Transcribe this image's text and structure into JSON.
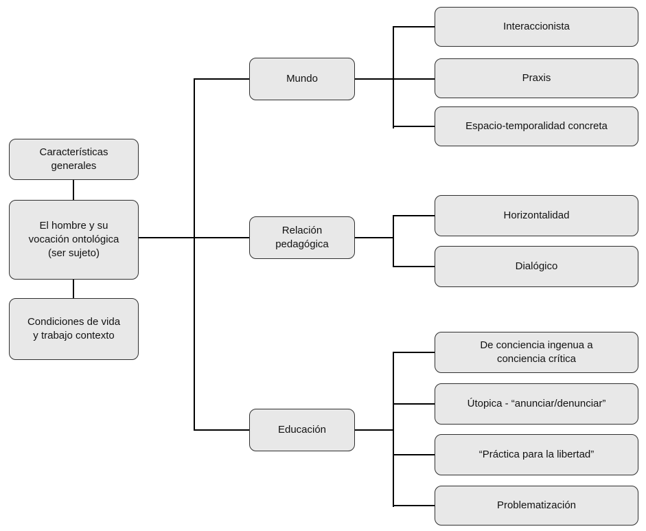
{
  "diagram": {
    "left_column": {
      "top": {
        "label": "Características\ngenerales"
      },
      "center": {
        "label": "El hombre y su\nvocación ontológica\n(ser sujeto)"
      },
      "bottom": {
        "label": "Condiciones de vida\ny trabajo contexto"
      }
    },
    "branches": [
      {
        "label": "Mundo",
        "children": [
          {
            "label": "Interaccionista"
          },
          {
            "label": "Praxis"
          },
          {
            "label": "Espacio-temporalidad concreta"
          }
        ]
      },
      {
        "label": "Relación\npedagógica",
        "children": [
          {
            "label": "Horizontalidad"
          },
          {
            "label": "Dialógico"
          }
        ]
      },
      {
        "label": "Educación",
        "children": [
          {
            "label": "De conciencia ingenua a\nconciencia crítica"
          },
          {
            "label": "Útopica - “anunciar/denunciar”"
          },
          {
            "label": "“Práctica para la libertad”"
          },
          {
            "label": "Problematización"
          }
        ]
      }
    ],
    "colors": {
      "background": "#ffffff",
      "box_fill": "#e8e8e8",
      "box_border": "#2e2e2e",
      "connector": "#000000",
      "text": "#111111"
    }
  }
}
